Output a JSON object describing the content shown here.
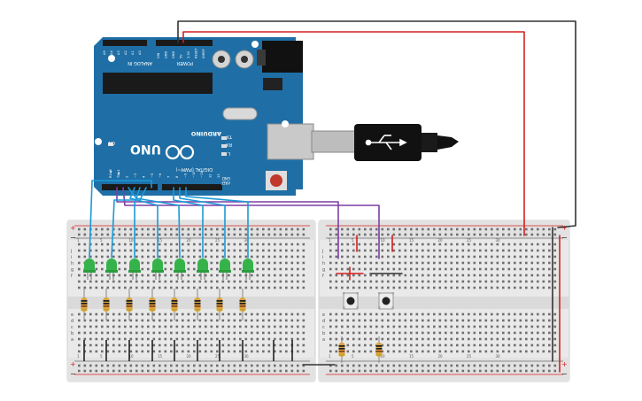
{
  "arduino": {
    "model": "UNO",
    "brand": "ARDUINO",
    "on_label": "ON",
    "tx_label": "TX",
    "rx_label": "RX",
    "l_label": "L",
    "analog_in_label": "ANALOG IN",
    "power_label": "POWER",
    "digital_label": "DIGITAL (PWM~)",
    "analog_pins": [
      "A5",
      "A4",
      "A3",
      "A2",
      "A1",
      "A0"
    ],
    "power_pins": [
      "VIN",
      "GND",
      "GND",
      "5V",
      "3.3V",
      "RESET",
      "IOREF"
    ],
    "aref_label": "AREF",
    "gnd_label": "GND",
    "digital_pins": [
      "13",
      "12",
      "~11",
      "~10",
      "~9",
      "8",
      "7",
      "~6",
      "~5",
      "4",
      "~3",
      "2",
      "TX▶1",
      "RX◀0"
    ]
  },
  "breadboard": {
    "row_letters_top": [
      "j",
      "i",
      "h",
      "g",
      "f"
    ],
    "row_letters_bottom": [
      "e",
      "d",
      "c",
      "b",
      "a"
    ],
    "col_numbers": [
      "1",
      "5",
      "10",
      "15",
      "20",
      "25",
      "30"
    ],
    "rail_plus": "+",
    "rail_minus": "−"
  },
  "components": {
    "led_count": 8,
    "resistor_count": 10,
    "button_count": 2
  },
  "colors": {
    "board_blue": "#1f6fa6",
    "wire_blue": "#1a9ad6",
    "wire_purple": "#7d3fa6",
    "wire_red": "#d61f1f",
    "wire_black": "#222222",
    "led_green": "#35b34a"
  }
}
